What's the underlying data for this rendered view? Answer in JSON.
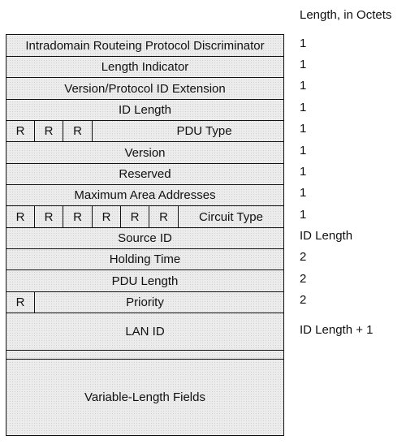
{
  "header": "Length, in Octets",
  "fields": {
    "irpd": "Intradomain Routeing Protocol Discriminator",
    "length_indicator": "Length Indicator",
    "version_ext": "Version/Protocol ID Extension",
    "id_length": "ID Length",
    "r": "R",
    "pdu_type": "PDU Type",
    "version": "Version",
    "reserved": "Reserved",
    "max_area": "Maximum Area Addresses",
    "circuit_type": "Circuit Type",
    "source_id": "Source ID",
    "holding_time": "Holding Time",
    "pdu_length": "PDU Length",
    "priority": "Priority",
    "lan_id": "LAN ID",
    "variable": "Variable-Length Fields"
  },
  "lengths": [
    "1",
    "1",
    "1",
    "1",
    "1",
    "1",
    "1",
    "1",
    "1",
    "ID Length",
    "2",
    "2",
    "2",
    "ID Length + 1"
  ]
}
